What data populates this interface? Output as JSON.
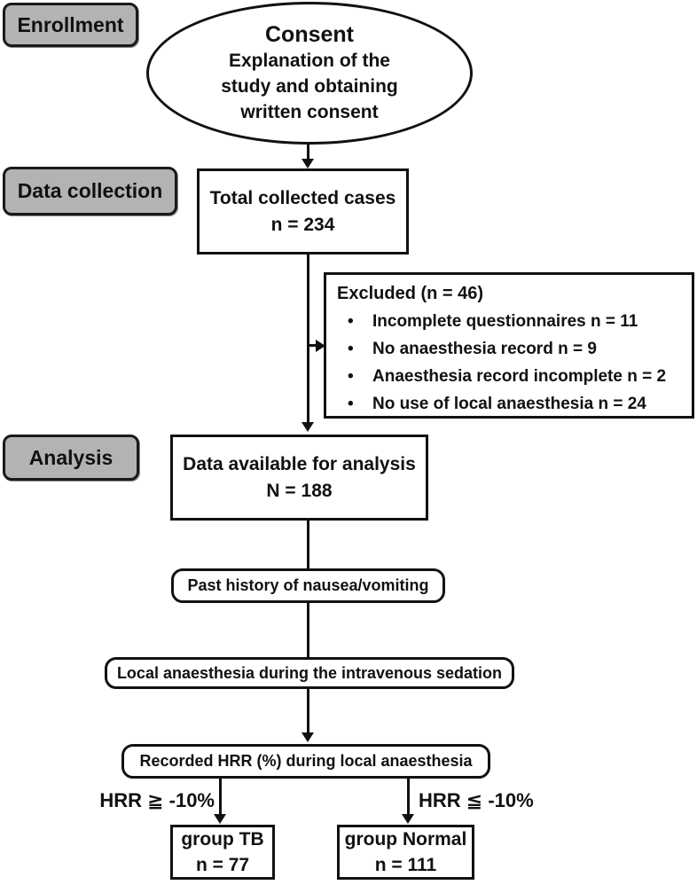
{
  "diagram": {
    "stages": [
      {
        "label": "Enrollment"
      },
      {
        "label": "Data collection"
      },
      {
        "label": "Analysis"
      }
    ],
    "consent": {
      "title": "Consent",
      "body": [
        "Explanation of the",
        "study and obtaining",
        "written consent"
      ]
    },
    "total_cases": {
      "lines": [
        "Total collected cases",
        "n = 234"
      ]
    },
    "excluded": {
      "title": "Excluded (n = 46)",
      "items": [
        "Incomplete questionnaires n = 11",
        "No anaesthesia record n = 9",
        "Anaesthesia record incomplete n = 2",
        "No use of local anaesthesia n = 24"
      ]
    },
    "available": {
      "lines": [
        "Data available for analysis",
        "N = 188"
      ]
    },
    "past_history": {
      "label": "Past history of nausea/vomiting"
    },
    "local_anaesthesia": {
      "label": "Local anaesthesia during the intravenous sedation"
    },
    "recorded_hrr": {
      "label": "Recorded HRR (%) during local anaesthesia"
    },
    "branch_left": {
      "label": "HRR ≧ -10%"
    },
    "branch_right": {
      "label": "HRR ≦ -10%"
    },
    "group_tb": {
      "lines": [
        "group TB",
        "n = 77"
      ]
    },
    "group_normal": {
      "lines": [
        "group Normal",
        "n = 111"
      ]
    },
    "colors": {
      "stage_fill": "#b3b3b3",
      "line": "#111111",
      "box_bg": "#ffffff"
    }
  }
}
